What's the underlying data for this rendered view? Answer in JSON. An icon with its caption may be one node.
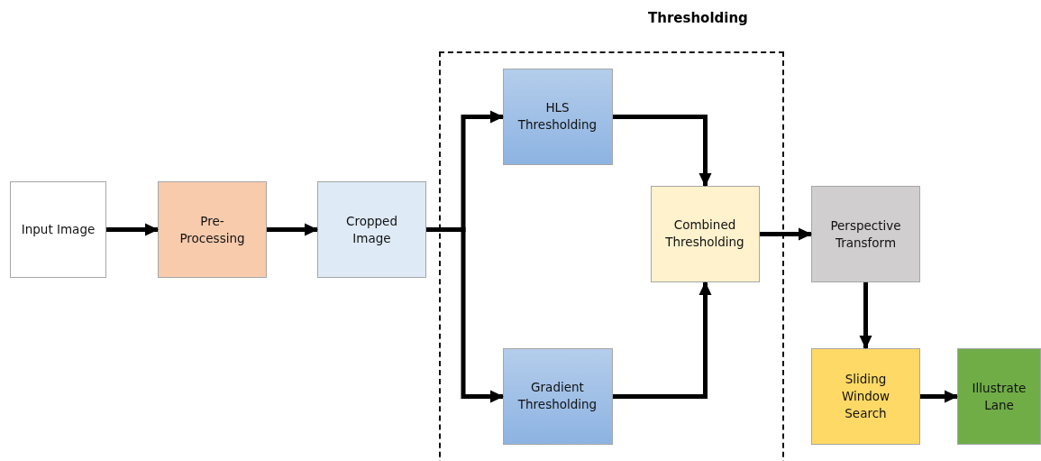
{
  "diagram": {
    "nodes": [
      {
        "text": [
          "Thresholding"
        ]
      },
      {
        "text": [
          "Input Image"
        ]
      },
      {
        "text": [
          "Pre- Processing"
        ]
      },
      {
        "text": [
          "Cropped Image"
        ]
      },
      {
        "text": [
          "HLS Thresholding"
        ],
        "in": 0
      },
      {
        "text": [
          "Gradient Thresholding"
        ],
        "in": 0
      },
      {
        "text": [
          "Combined Thresholding"
        ],
        "in": 0
      },
      {
        "text": [
          "Perspective Transform"
        ]
      },
      {
        "text": [
          "Sliding Window Search"
        ]
      },
      {
        "text": [
          "Illustrate Lane"
        ]
      }
    ],
    "edges": [
      {
        "from": 1,
        "to": 2,
        "arrow": "to"
      },
      {
        "from": 2,
        "to": 3,
        "arrow": "to"
      },
      {
        "from": 3,
        "to": 4,
        "arrow": "to"
      },
      {
        "from": 3,
        "to": 5,
        "arrow": "to"
      },
      {
        "from": 4,
        "to": 6,
        "arrow": "to"
      },
      {
        "from": 5,
        "to": 6,
        "arrow": "to"
      },
      {
        "from": 6,
        "to": 7,
        "arrow": "to"
      },
      {
        "from": 7,
        "to": 8,
        "arrow": "to"
      },
      {
        "from": 8,
        "to": 9,
        "arrow": "to"
      }
    ]
  }
}
